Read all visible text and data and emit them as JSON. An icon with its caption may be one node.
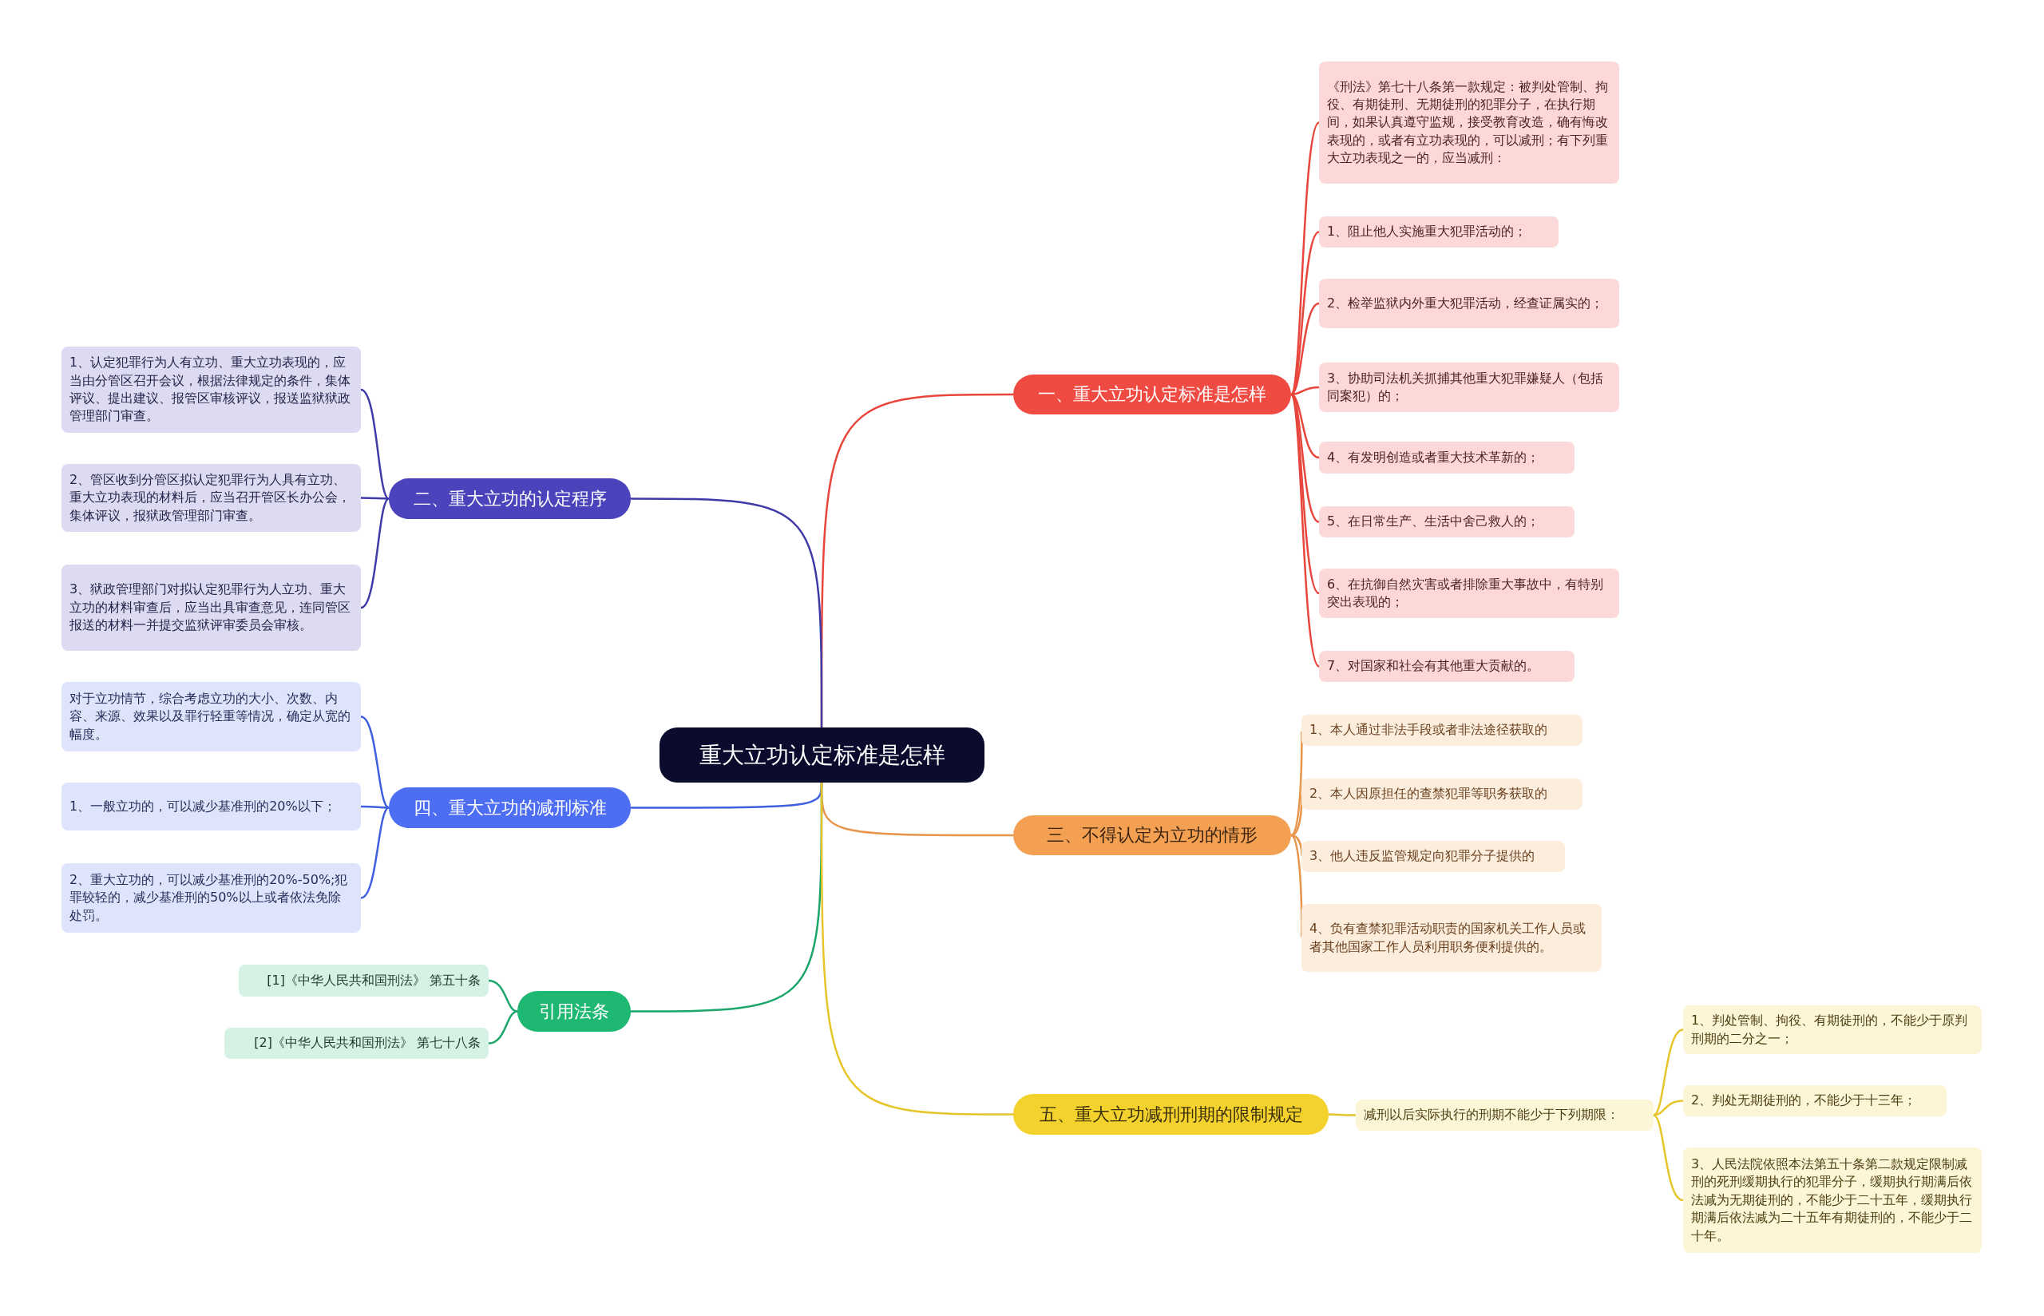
{
  "diagram": {
    "nodes": [
      {
        "text": [
          "重大立功认定标准是怎样"
        ]
      },
      {
        "text": [
          "一、重大立功认定标准是怎样"
        ]
      },
      {
        "text": [
          "《刑法》第七十八条第一款规定：被判处管制、拘役、有期徒刑、无期徒刑的犯罪分子，在执行期间，如果认真遵守监规，接受教育改造，确有悔改表现的，或者有立功表现的，可以减刑；有下列重大立功表现之一的，应当减刑："
        ]
      },
      {
        "text": [
          "1、阻止他人实施重大犯罪活动的；"
        ]
      },
      {
        "text": [
          "2、检举监狱内外重大犯罪活动，经查证属实的；"
        ]
      },
      {
        "text": [
          "3、协助司法机关抓捕其他重大犯罪嫌疑人（包括同案犯）的；"
        ]
      },
      {
        "text": [
          "4、有发明创造或者重大技术革新的；"
        ]
      },
      {
        "text": [
          "5、在日常生产、生活中舍己救人的；"
        ]
      },
      {
        "text": [
          "6、在抗御自然灾害或者排除重大事故中，有特别突出表现的；"
        ]
      },
      {
        "text": [
          "7、对国家和社会有其他重大贡献的。"
        ]
      },
      {
        "text": [
          "二、重大立功的认定程序"
        ]
      },
      {
        "text": [
          "1、认定犯罪行为人有立功、重大立功表现的，应当由分管区召开会议，根据法律规定的条件，集体评议、提出建议、报管区审核评议，报送监狱狱政管理部门审查。"
        ]
      },
      {
        "text": [
          "2、管区收到分管区拟认定犯罪行为人具有立功、重大立功表现的材料后，应当召开管区长办公会，集体评议，报狱政管理部门审查。"
        ]
      },
      {
        "text": [
          "3、狱政管理部门对拟认定犯罪行为人立功、重大立功的材料审查后，应当出具审查意见，连同管区报送的材料一并提交监狱评审委员会审核。"
        ]
      },
      {
        "text": [
          "三、不得认定为立功的情形"
        ]
      },
      {
        "text": [
          "1、本人通过非法手段或者非法途径获取的"
        ]
      },
      {
        "text": [
          "2、本人因原担任的查禁犯罪等职务获取的"
        ]
      },
      {
        "text": [
          "3、他人违反监管规定向犯罪分子提供的"
        ]
      },
      {
        "text": [
          "4、负有查禁犯罪活动职责的国家机关工作人员或者其他国家工作人员利用职务便利提供的。"
        ]
      },
      {
        "text": [
          "四、重大立功的减刑标准"
        ]
      },
      {
        "text": [
          "对于立功情节，综合考虑立功的大小、次数、内容、来源、效果以及罪行轻重等情况，确定从宽的幅度。"
        ]
      },
      {
        "text": [
          "1、一般立功的，可以减少基准刑的20%以下；"
        ]
      },
      {
        "text": [
          "2、重大立功的，可以减少基准刑的20%-50%;犯罪较轻的，减少基准刑的50%以上或者依法免除处罚。"
        ]
      },
      {
        "text": [
          "引用法条"
        ]
      },
      {
        "text": [
          "[1]《中华人民共和国刑法》 第五十条"
        ]
      },
      {
        "text": [
          "[2]《中华人民共和国刑法》 第七十八条"
        ]
      },
      {
        "text": [
          "五、重大立功减刑刑期的限制规定"
        ]
      },
      {
        "text": [
          "减刑以后实际执行的刑期不能少于下列期限："
        ]
      },
      {
        "text": [
          "1、判处管制、拘役、有期徒刑的，不能少于原判刑期的二分之一；"
        ]
      },
      {
        "text": [
          "2、判处无期徒刑的，不能少于十三年；"
        ]
      },
      {
        "text": [
          "3、人民法院依照本法第五十条第二款规定限制减刑的死刑缓期执行的犯罪分子，缓期执行期满后依法减为无期徒刑的，不能少于二十五年，缓期执行期满后依法减为二十五年有期徒刑的，不能少于二十年。"
        ]
      }
    ],
    "edges": [
      {
        "from": 0,
        "to": 1,
        "arrow": "none",
        "color": "#e8463d"
      },
      {
        "from": 1,
        "to": 2,
        "arrow": "none",
        "color": "#e8463d"
      },
      {
        "from": 1,
        "to": 3,
        "arrow": "none",
        "color": "#e8463d"
      },
      {
        "from": 1,
        "to": 4,
        "arrow": "none",
        "color": "#e8463d"
      },
      {
        "from": 1,
        "to": 5,
        "arrow": "none",
        "color": "#e8463d"
      },
      {
        "from": 1,
        "to": 6,
        "arrow": "none",
        "color": "#e8463d"
      },
      {
        "from": 1,
        "to": 7,
        "arrow": "none",
        "color": "#e8463d"
      },
      {
        "from": 1,
        "to": 8,
        "arrow": "none",
        "color": "#e8463d"
      },
      {
        "from": 1,
        "to": 9,
        "arrow": "none",
        "color": "#e8463d"
      },
      {
        "from": 0,
        "to": 10,
        "arrow": "none",
        "color": "#3f3aa8"
      },
      {
        "from": 10,
        "to": 11,
        "arrow": "none",
        "color": "#3f3aa8"
      },
      {
        "from": 10,
        "to": 12,
        "arrow": "none",
        "color": "#3f3aa8"
      },
      {
        "from": 10,
        "to": 13,
        "arrow": "none",
        "color": "#3f3aa8"
      },
      {
        "from": 0,
        "to": 14,
        "arrow": "none",
        "color": "#e8944a"
      },
      {
        "from": 14,
        "to": 15,
        "arrow": "none",
        "color": "#e8944a"
      },
      {
        "from": 14,
        "to": 16,
        "arrow": "none",
        "color": "#e8944a"
      },
      {
        "from": 14,
        "to": 17,
        "arrow": "none",
        "color": "#e8944a"
      },
      {
        "from": 14,
        "to": 18,
        "arrow": "none",
        "color": "#e8944a"
      },
      {
        "from": 0,
        "to": 19,
        "arrow": "none",
        "color": "#3f5fe0"
      },
      {
        "from": 19,
        "to": 20,
        "arrow": "none",
        "color": "#3f5fe0"
      },
      {
        "from": 19,
        "to": 21,
        "arrow": "none",
        "color": "#3f5fe0"
      },
      {
        "from": 19,
        "to": 22,
        "arrow": "none",
        "color": "#3f5fe0"
      },
      {
        "from": 0,
        "to": 23,
        "arrow": "none",
        "color": "#1aa56a"
      },
      {
        "from": 23,
        "to": 24,
        "arrow": "none",
        "color": "#1aa56a"
      },
      {
        "from": 23,
        "to": 25,
        "arrow": "none",
        "color": "#1aa56a"
      },
      {
        "from": 0,
        "to": 26,
        "arrow": "none",
        "color": "#e6c52a"
      },
      {
        "from": 26,
        "to": 27,
        "arrow": "none",
        "color": "#e6c52a"
      },
      {
        "from": 27,
        "to": 28,
        "arrow": "none",
        "color": "#e6c52a"
      },
      {
        "from": 27,
        "to": 29,
        "arrow": "none",
        "color": "#e6c52a"
      },
      {
        "from": 27,
        "to": 30,
        "arrow": "none",
        "color": "#e6c52a"
      }
    ]
  }
}
